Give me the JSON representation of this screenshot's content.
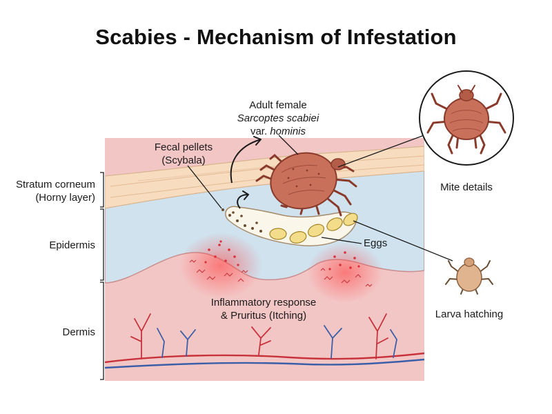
{
  "title": "Scabies - Mechanism of Infestation",
  "layers": {
    "stratum_corneum": "Stratum corneum",
    "stratum_corneum_sub": "(Horny layer)",
    "epidermis": "Epidermis",
    "dermis": "Dermis"
  },
  "labels": {
    "adult_line1": "Adult female",
    "adult_species": "Sarcoptes scabiei",
    "adult_var_prefix": "var. ",
    "adult_var_name": "hominis",
    "fecal_line1": "Fecal pellets",
    "fecal_line2": "(Scybala)",
    "eggs": "Eggs",
    "inflammation_line1": "Inflammatory response",
    "inflammation_line2": "& Pruritus (Itching)",
    "mite_details": "Mite details",
    "larva": "Larva hatching"
  },
  "colors": {
    "stratum": "#f8dcc0",
    "epidermis": "#cfe2ee",
    "dermis": "#f3c6c6",
    "mite": "#c9705a",
    "mite_dark": "#8a3a2a",
    "larva": "#e0b48f",
    "egg": "#f3dd8a",
    "artery": "#c8323a",
    "vein": "#3a5fa8"
  }
}
